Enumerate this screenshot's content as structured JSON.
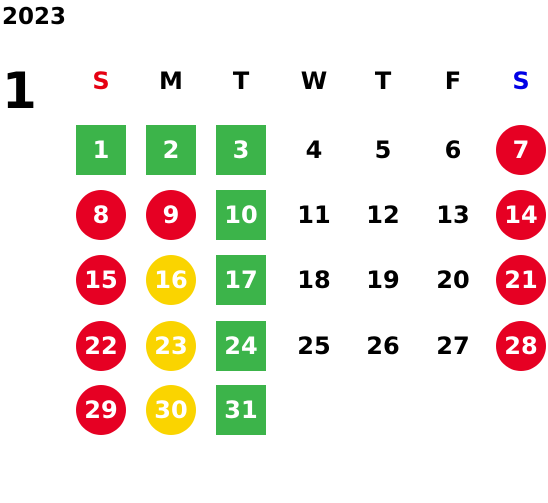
{
  "calendar": {
    "year": "2023",
    "month": "1",
    "weekdays": [
      {
        "label": "S",
        "color": "#e60012"
      },
      {
        "label": "M",
        "color": "#000000"
      },
      {
        "label": "T",
        "color": "#000000"
      },
      {
        "label": "W",
        "color": "#000000"
      },
      {
        "label": "T",
        "color": "#000000"
      },
      {
        "label": "F",
        "color": "#000000"
      },
      {
        "label": "S",
        "color": "#0000e6"
      }
    ],
    "legend_colors": {
      "green_square": "#3cb44a",
      "red_circle": "#e60023",
      "yellow_circle": "#fad400"
    },
    "days": [
      {
        "d": "1",
        "mark": "green_square"
      },
      {
        "d": "2",
        "mark": "green_square"
      },
      {
        "d": "3",
        "mark": "green_square"
      },
      {
        "d": "4",
        "mark": "none"
      },
      {
        "d": "5",
        "mark": "none"
      },
      {
        "d": "6",
        "mark": "none"
      },
      {
        "d": "7",
        "mark": "red_circle"
      },
      {
        "d": "8",
        "mark": "red_circle"
      },
      {
        "d": "9",
        "mark": "red_circle"
      },
      {
        "d": "10",
        "mark": "green_square"
      },
      {
        "d": "11",
        "mark": "none"
      },
      {
        "d": "12",
        "mark": "none"
      },
      {
        "d": "13",
        "mark": "none"
      },
      {
        "d": "14",
        "mark": "red_circle"
      },
      {
        "d": "15",
        "mark": "red_circle"
      },
      {
        "d": "16",
        "mark": "yellow_circle"
      },
      {
        "d": "17",
        "mark": "green_square"
      },
      {
        "d": "18",
        "mark": "none"
      },
      {
        "d": "19",
        "mark": "none"
      },
      {
        "d": "20",
        "mark": "none"
      },
      {
        "d": "21",
        "mark": "red_circle"
      },
      {
        "d": "22",
        "mark": "red_circle"
      },
      {
        "d": "23",
        "mark": "yellow_circle"
      },
      {
        "d": "24",
        "mark": "green_square"
      },
      {
        "d": "25",
        "mark": "none"
      },
      {
        "d": "26",
        "mark": "none"
      },
      {
        "d": "27",
        "mark": "none"
      },
      {
        "d": "28",
        "mark": "red_circle"
      },
      {
        "d": "29",
        "mark": "red_circle"
      },
      {
        "d": "30",
        "mark": "yellow_circle"
      },
      {
        "d": "31",
        "mark": "green_square"
      }
    ]
  }
}
